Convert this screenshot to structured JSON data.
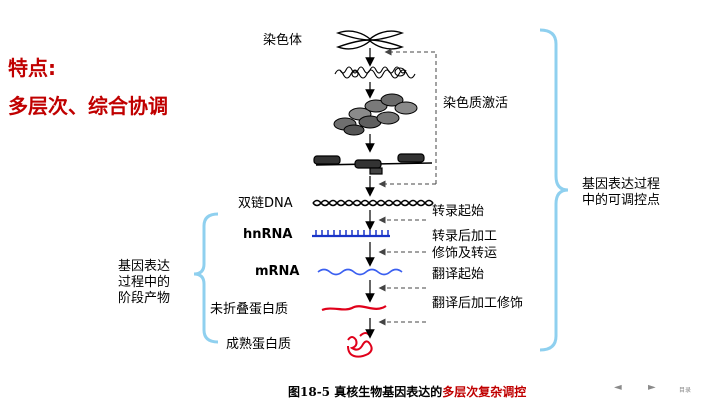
{
  "slide": {
    "title_line1": "特点:",
    "title_line2": "多层次、综合协调"
  },
  "diagram": {
    "levels": [
      {
        "label": "染色体"
      },
      {
        "label": "双链DNA"
      },
      {
        "label": "hnRNA"
      },
      {
        "label": "mRNA"
      },
      {
        "label": "未折叠蛋白质"
      },
      {
        "label": "成熟蛋白质"
      }
    ],
    "control_points": [
      "染色质激活",
      "转录起始",
      "转录后加工",
      "修饰及转运",
      "翻译起始",
      "翻译后加工修饰"
    ],
    "right_bracket_line1": "基因表达过程",
    "right_bracket_line2": "中的可调控点",
    "left_bracket_line1": "基因表达",
    "left_bracket_line2": "过程中的",
    "left_bracket_line3": "阶段产物",
    "caption_prefix": "图18-5 真核生物基因表达的",
    "caption_highlight": "多层次复杂调控",
    "colors": {
      "title_red": "#c00000",
      "dna_blue": "#1a35c8",
      "mrna_blue": "#3a5ff0",
      "protein_red": "#e0001a",
      "bracket_blue": "#8fd0ef"
    }
  },
  "nav": {
    "prev": "◄",
    "next": "►",
    "menu_label": "目录"
  }
}
